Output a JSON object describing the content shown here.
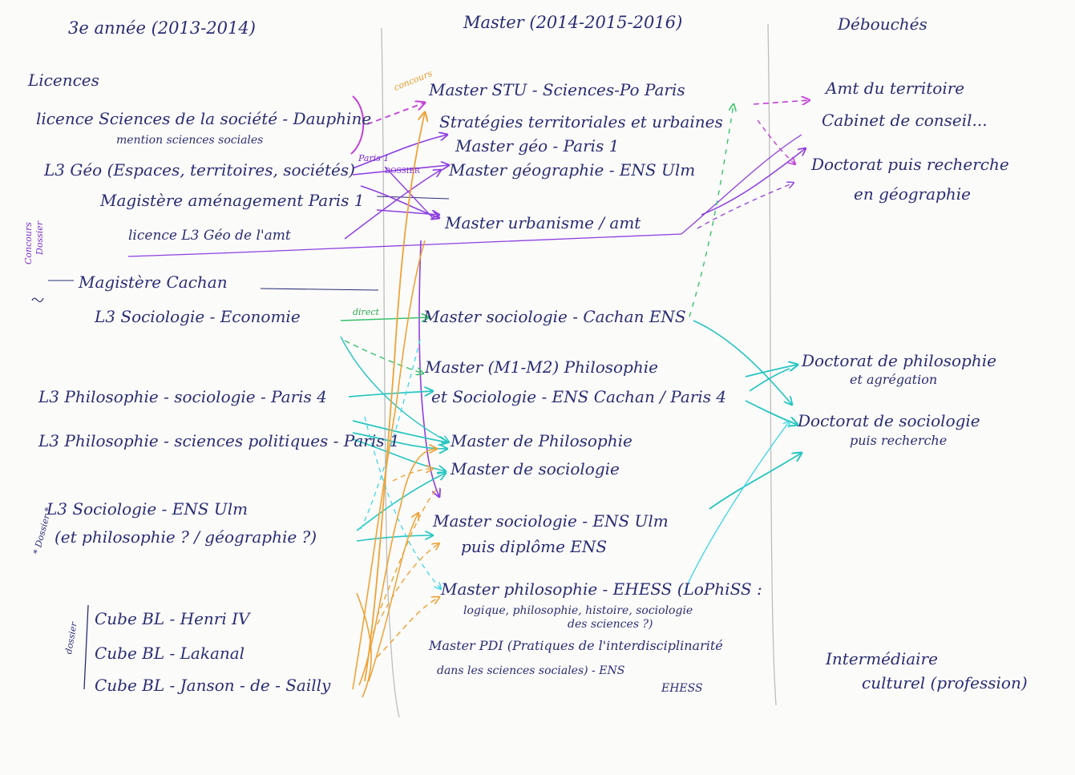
{
  "colors": {
    "ink": "#2a2d73",
    "magenta": "#c23fd6",
    "violet": "#8e3fe0",
    "orange": "#eea338",
    "green": "#37c26a",
    "teal": "#26c6c1",
    "cyan": "#3fd6e6",
    "divider": "#bfbfbf"
  },
  "headers": {
    "year3": "3e année (2013-2014)",
    "master": "Master (2014-2015-2016)",
    "debouches": "Débouchés"
  },
  "left": {
    "licences": "Licences",
    "licence_dauphine_1": "licence Sciences de la société - Dauphine",
    "licence_dauphine_2": "mention sciences sociales",
    "l3_geo": "L3 Géo (Espaces, territoires, sociétés)",
    "magistere_amenagement": "Magistère aménagement Paris 1",
    "licence_l3_geo_am": "licence L3 Géo de l'amt",
    "magistere_cachan": "Magistère Cachan",
    "l3_socio_eco": "L3 Sociologie - Economie",
    "l3_philo_socio": "L3 Philosophie - sociologie - Paris 4",
    "l3_philo_scpo": "L3 Philosophie - sciences politiques - Paris 1",
    "l3_socio_ens_1": "L3 Sociologie - ENS Ulm",
    "l3_socio_ens_2": "(et philosophie ? / géographie ?)",
    "cube_henri": "Cube BL - Henri IV",
    "cube_lakanal": "Cube BL - Lakanal",
    "cube_janson": "Cube BL - Janson - de - Sailly",
    "side_concours_dossier_1": "Concours",
    "side_concours_dossier_2": "Dossier",
    "side_dossier": "* Dossier *",
    "side_dossier2": "dossier"
  },
  "middle": {
    "master_stu_1": "Master STU - Sciences-Po Paris",
    "master_stu_2": "Stratégies territoriales et urbaines",
    "master_geo_p1": "Master géo - Paris 1",
    "master_geo_ens": "Master géographie - ENS Ulm",
    "master_urbanisme": "Master urbanisme / amt",
    "master_socio_cachan": "Master sociologie - Cachan ENS",
    "master_m1m2_1": "Master (M1-M2) Philosophie",
    "master_m1m2_2": "et Sociologie - ENS Cachan / Paris 4",
    "master_philo": "Master de Philosophie",
    "master_socio": "Master de sociologie",
    "master_socio_ulm_1": "Master sociologie - ENS Ulm",
    "master_socio_ulm_2": "puis diplôme ENS",
    "master_ehess_1": "Master philosophie - EHESS (LoPhiSS :",
    "master_ehess_2": "logique, philosophie, histoire, sociologie",
    "master_ehess_3": "des sciences ?)",
    "master_pdi_1": "Master PDI (Pratiques de l'interdisciplinarité",
    "master_pdi_2": "dans les sciences sociales) - ENS",
    "master_pdi_3": "EHESS"
  },
  "right": {
    "amt_territoire_1": "Amt du territoire",
    "amt_territoire_2": "Cabinet de conseil...",
    "doctorat_geo_1": "Doctorat puis recherche",
    "doctorat_geo_2": "en géographie",
    "doctorat_philo_1": "Doctorat de philosophie",
    "doctorat_philo_2": "et agrégation",
    "doctorat_socio_1": "Doctorat de sociologie",
    "doctorat_socio_2": "puis recherche",
    "intermediaire_1": "Intermédiaire",
    "intermediaire_2": "culturel (profession)"
  },
  "annotations": {
    "concours": "concours",
    "paris1": "Paris 1",
    "dossier": "DOSSIER",
    "direct": "direct"
  }
}
